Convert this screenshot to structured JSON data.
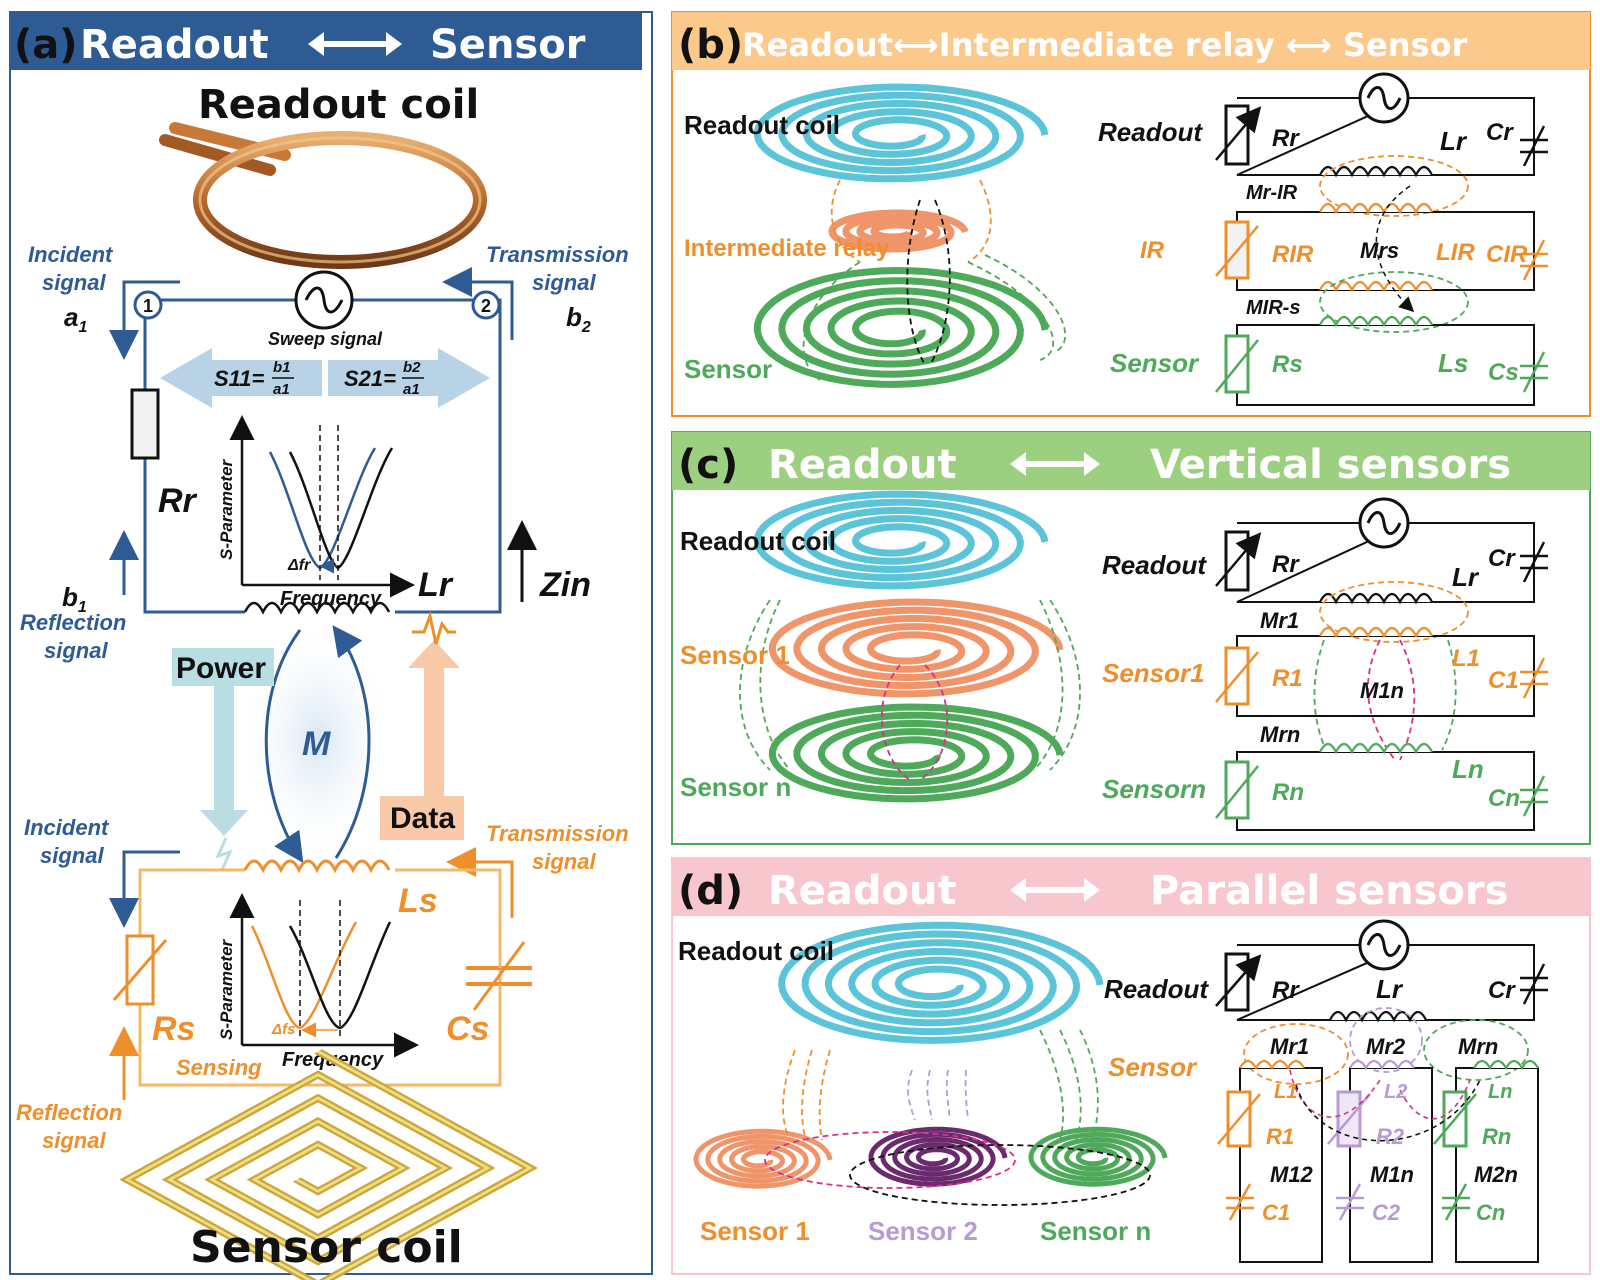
{
  "colors": {
    "blue": "#2f5b94",
    "blue_light": "#b8d3e6",
    "orange": "#ee8f2b",
    "orange_header": "#fcc98d",
    "green": "#4fa95a",
    "green_header": "#9ccf7f",
    "pink_header": "#f7c7cd",
    "cyan": "#5cc4d8",
    "salmon": "#f0946a",
    "purple": "#6b2a6e",
    "lavender": "#b79bd2",
    "magenta": "#d8308a",
    "gold": "#c9a83a"
  },
  "panel_a": {
    "tag": "(a)",
    "title_left": "Readout",
    "title_right": "Sensor",
    "readout_coil_title": "Readout coil",
    "sensor_coil_title": "Sensor coil",
    "incident_top": [
      "Incident",
      "signal"
    ],
    "a1": "a",
    "a1_sub": "1",
    "transmission_top": [
      "Transmission",
      "signal"
    ],
    "b2": "b",
    "b2_sub": "2",
    "port1": "1",
    "port2": "2",
    "sweep_signal": "Sweep signal",
    "s11": "S11=",
    "s21": "S21=",
    "frac_b1": "b1",
    "frac_b2": "b2",
    "frac_a1": "a1",
    "rr": "Rr",
    "lr": "Lr",
    "zin": "Zin",
    "b1": "b",
    "b1_sub": "1",
    "reflection_top": [
      "Reflection",
      "signal"
    ],
    "sparam": "S-Parameter",
    "frequency": "Frequency",
    "delta_fr": "Δfr",
    "power": "Power",
    "m": "M",
    "data": "Data",
    "incident_bottom": [
      "Incident",
      "signal"
    ],
    "transmission_bottom": [
      "Transmission",
      "signal"
    ],
    "ls": "Ls",
    "rs": "Rs",
    "cs": "Cs",
    "sensing": "Sensing",
    "delta_fs": "Δfs",
    "reflection_bottom": [
      "Reflection",
      "signal"
    ]
  },
  "panel_b": {
    "tag": "(b)",
    "title": "Readout⟷Intermediate relay ⟷ Sensor",
    "readout_coil": "Readout coil",
    "intermediate_relay": "Intermediate relay",
    "sensor": "Sensor",
    "readout": "Readout",
    "rr": "Rr",
    "lr": "Lr",
    "cr": "Cr",
    "mr_ir": "Mr-IR",
    "ir": "IR",
    "rir": "RIR",
    "mrs": "Mrs",
    "lir": "LIR",
    "cir": "CIR",
    "mir_s": "MIR-s",
    "sensor_label": "Sensor",
    "rs": "Rs",
    "ls": "Ls",
    "cs": "Cs"
  },
  "panel_c": {
    "tag": "(c)",
    "title_left": "Readout",
    "title_right": "Vertical sensors",
    "readout_coil": "Readout coil",
    "sensor1": "Sensor 1",
    "sensorn": "Sensor n",
    "readout": "Readout",
    "rr": "Rr",
    "lr": "Lr",
    "cr": "Cr",
    "mr1": "Mr1",
    "sensor1_label": "Sensor1",
    "r1": "R1",
    "l1": "L1",
    "c1": "C1",
    "m1n": "M1n",
    "mrn": "Mrn",
    "sensorn_label": "Sensorn",
    "rn": "Rn",
    "ln": "Ln",
    "cn": "Cn"
  },
  "panel_d": {
    "tag": "(d)",
    "title_left": "Readout",
    "title_right": "Parallel sensors",
    "readout_coil": "Readout coil",
    "readout": "Readout",
    "rr": "Rr",
    "lr": "Lr",
    "cr": "Cr",
    "sensor": "Sensor",
    "mr1": "Mr1",
    "mr2": "Mr2",
    "mrn": "Mrn",
    "l1": "L1",
    "l2": "L2",
    "ln": "Ln",
    "r1": "R1",
    "r2": "R2",
    "rn": "Rn",
    "m12": "M12",
    "m1n": "M1n",
    "m2n": "M2n",
    "c1": "C1",
    "c2": "C2",
    "cn": "Cn",
    "sensor1": "Sensor 1",
    "sensor2": "Sensor 2",
    "sensorn": "Sensor n"
  }
}
